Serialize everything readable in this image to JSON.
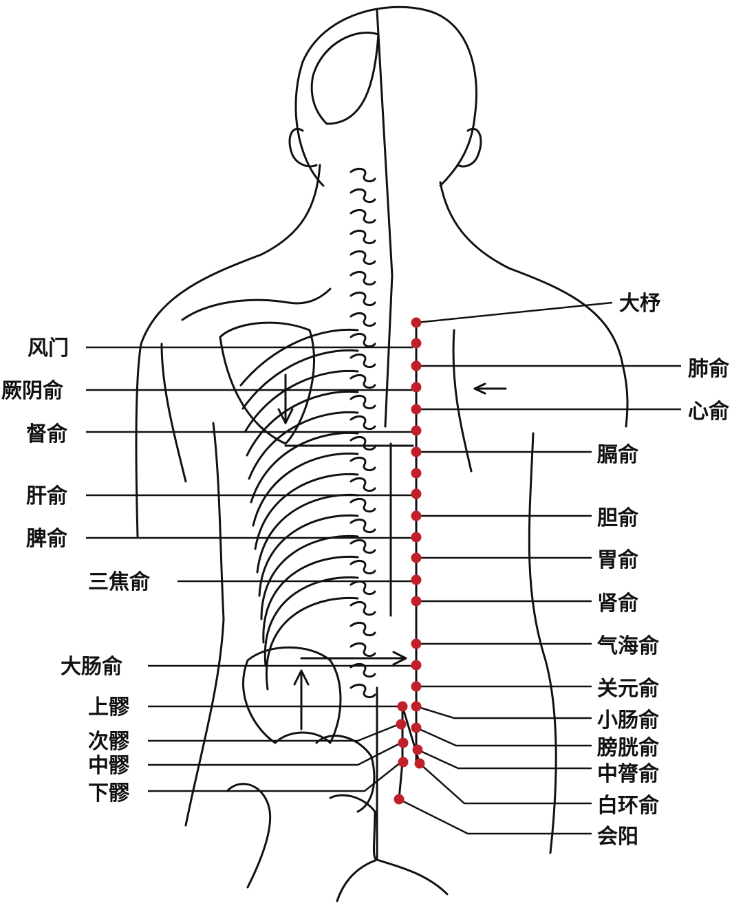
{
  "colors": {
    "acupoint": "#c0202a",
    "line": "#111111"
  },
  "labels_left": [
    "风门",
    "厥阴俞",
    "督俞",
    "肝俞",
    "脾俞",
    "三焦俞",
    "大肠俞",
    "上髎",
    "次髎",
    "中髎",
    "下髎"
  ],
  "labels_right": [
    "大杼",
    "肺俞",
    "心俞",
    "膈俞",
    "胆俞",
    "胃俞",
    "肾俞",
    "气海俞",
    "关元俞",
    "小肠俞",
    "膀胱俞",
    "中膂俞",
    "白环俞",
    "会阳"
  ]
}
